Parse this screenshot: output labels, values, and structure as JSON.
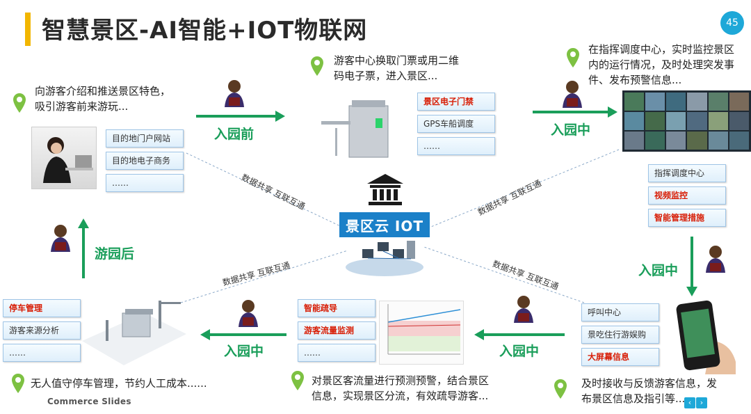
{
  "slide": {
    "title": "智慧景区-AI智能+IOT物联网",
    "page_number": "45",
    "footer": "Commerce Slides"
  },
  "center": {
    "label": "景区云 IOT"
  },
  "share_label": "数据共享  互联互通",
  "stages": {
    "before": "入园前",
    "in_1": "入园中",
    "in_2": "入园中",
    "in_3": "入园中",
    "in_4": "入园中",
    "after": "游园后"
  },
  "nodes": {
    "promo": {
      "desc": [
        "向游客介绍和推送景区特色，",
        "吸引游客前来游玩..."
      ],
      "tags": [
        {
          "label": "目的地门户网站",
          "highlight": false
        },
        {
          "label": "目的地电子商务",
          "highlight": false
        },
        {
          "label": "……",
          "highlight": false
        }
      ]
    },
    "ticket": {
      "desc": [
        "游客中心换取门票或用二维",
        "码电子票，进入景区..."
      ],
      "tags": [
        {
          "label": "景区电子门禁",
          "highlight": true
        },
        {
          "label": "GPS车船调度",
          "highlight": false
        },
        {
          "label": "……",
          "highlight": false
        }
      ]
    },
    "command": {
      "desc": [
        "在指挥调度中心，实时监控景区",
        "内的运行情况，及时处理突发事",
        "件、发布预警信息..."
      ],
      "tags": [
        {
          "label": "指挥调度中心",
          "highlight": false
        },
        {
          "label": "视频监控",
          "highlight": true
        },
        {
          "label": "智能管理措施",
          "highlight": true
        }
      ]
    },
    "mobile": {
      "desc": [
        "及时接收与反馈游客信息，发",
        "布景区信息及指引等..."
      ],
      "tags": [
        {
          "label": "呼叫中心",
          "highlight": false
        },
        {
          "label": "景吃住行游娱购",
          "highlight": false
        },
        {
          "label": "大屏幕信息",
          "highlight": true
        }
      ]
    },
    "flow": {
      "desc": [
        "对景区客流量进行预测预警，结合景区",
        "信息，实现景区分流，有效疏导游客..."
      ],
      "tags": [
        {
          "label": "智能疏导",
          "highlight": true
        },
        {
          "label": "游客流量监测",
          "highlight": true
        },
        {
          "label": "……",
          "highlight": false
        }
      ]
    },
    "parking": {
      "desc": [
        "无人值守停车管理，节约人工成本......"
      ],
      "tags": [
        {
          "label": "停车管理",
          "highlight": true
        },
        {
          "label": "游客来源分析",
          "highlight": false
        },
        {
          "label": "……",
          "highlight": false
        }
      ]
    }
  },
  "colors": {
    "accent_green": "#1a9e5a",
    "highlight_red": "#d81e06",
    "center_blue": "#1b80c8",
    "title_bar": "#f2b600"
  },
  "icons": [
    "location-pin-icon",
    "person-icon",
    "bank-icon",
    "arrow-icon",
    "prev-icon",
    "next-icon"
  ]
}
